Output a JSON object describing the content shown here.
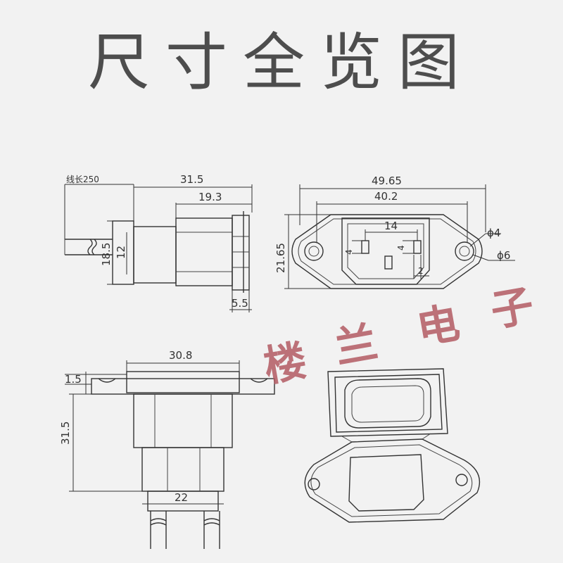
{
  "title": "尺寸全览图",
  "watermark": [
    "楼",
    "兰",
    "电",
    "子"
  ],
  "colors": {
    "background": "#f2f2f2",
    "lines": "#333333",
    "watermark": "#b35a63"
  },
  "side_view": {
    "cable_label": "线长250",
    "overall_length": "31.5",
    "body_length": "19.3",
    "outer_height": "18.5",
    "inner_height": "12",
    "flange_thickness": "5.5"
  },
  "front_view": {
    "overall_width": "49.65",
    "body_width": "40.2",
    "overall_height": "21.65",
    "socket_width": "14",
    "pin_height_left": "4",
    "pin_height_right": "4",
    "pin_width": "2",
    "hole_small": "ϕ4",
    "hole_large": "ϕ6"
  },
  "bottom_view": {
    "flange_width": "30.8",
    "flange_thickness": "1.5",
    "overall_length": "31.5",
    "body_width": "22"
  }
}
